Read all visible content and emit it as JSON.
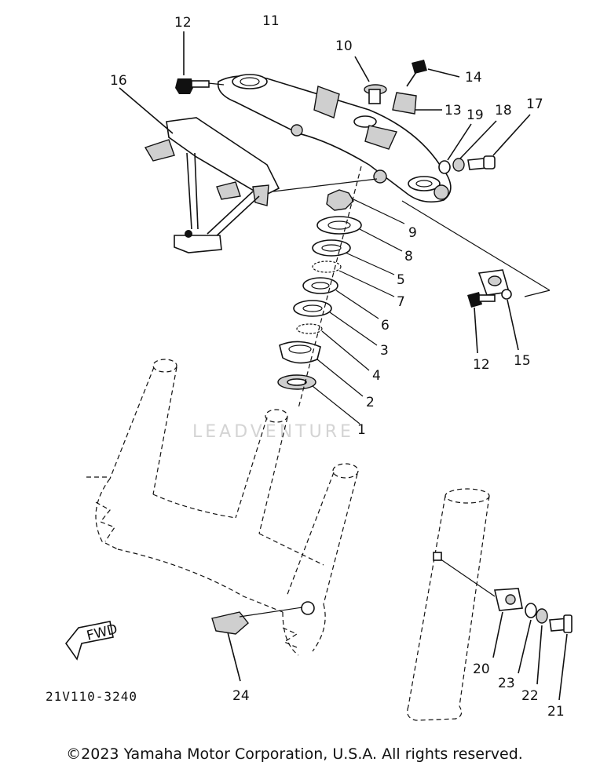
{
  "diagram": {
    "reference_code": "21V110-3240",
    "watermark": "LEADVENTURE",
    "fwd_badge": "FWD",
    "part_callouts": {
      "p1": "1",
      "p2": "2",
      "p3": "3",
      "p4": "4",
      "p5": "5",
      "p6": "6",
      "p7": "7",
      "p8": "8",
      "p9": "9",
      "p10": "10",
      "p11": "11",
      "p12a": "12",
      "p12b": "12",
      "p13": "13",
      "p14": "14",
      "p15": "15",
      "p16": "16",
      "p17": "17",
      "p18": "18",
      "p19": "19",
      "p20": "20",
      "p21": "21",
      "p22": "22",
      "p23": "23",
      "p24": "24"
    }
  },
  "footer": {
    "copyright": "©2023 Yamaha Motor Corporation, U.S.A. All rights reserved."
  }
}
